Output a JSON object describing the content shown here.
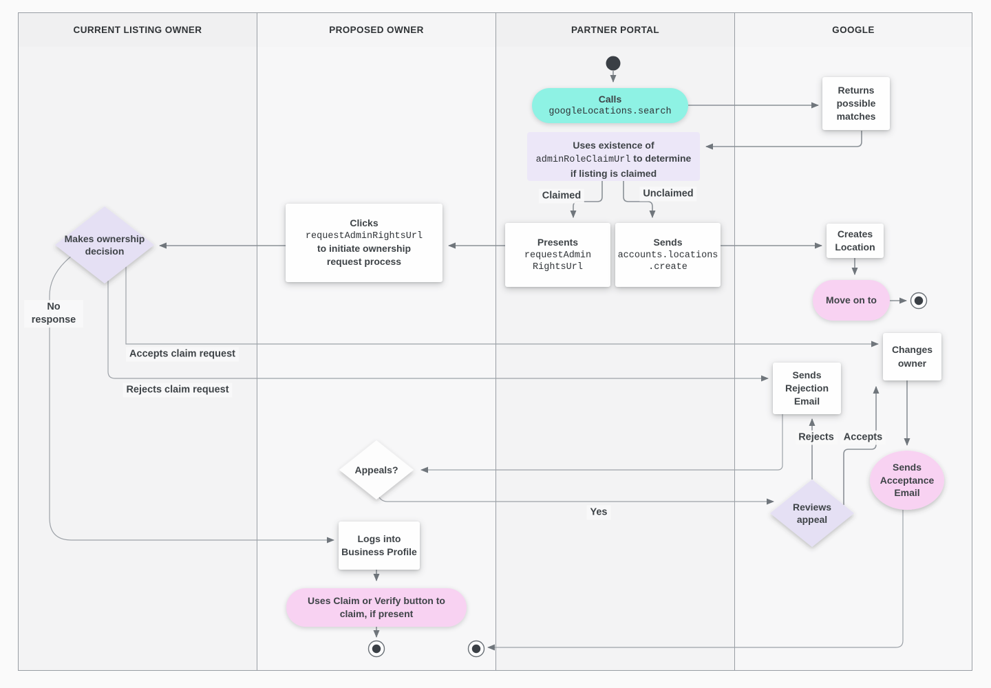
{
  "lanes": [
    {
      "label": "CURRENT LISTING OWNER"
    },
    {
      "label": "PROPOSED OWNER"
    },
    {
      "label": "PARTNER PORTAL"
    },
    {
      "label": "GOOGLE"
    }
  ],
  "nodes": {
    "calls": {
      "label": "Calls",
      "code": "googleLocations.search"
    },
    "returns_matches": {
      "label": "Returns possible matches"
    },
    "uses_existence": {
      "pre": "Uses existence of",
      "code": "adminRoleClaimUrl",
      "post": "to determine if listing is claimed"
    },
    "presents": {
      "label": "Presents",
      "code_line1": "requestAdmin",
      "code_line2": "RightsUrl"
    },
    "sends_create": {
      "label": "Sends",
      "code_line1": "accounts.locations",
      "code_line2": ".create"
    },
    "creates_location": {
      "label": "Creates Location"
    },
    "move_on": {
      "label": "Move on to"
    },
    "clicks": {
      "label": "Clicks",
      "code": "requestAdminRightsUrl",
      "post": "to initiate ownership request process"
    },
    "makes_decision": {
      "label": "Makes ownership decision"
    },
    "changes_owner": {
      "label": "Changes owner"
    },
    "sends_rejection": {
      "label": "Sends Rejection Email"
    },
    "appeals": {
      "label": "Appeals?"
    },
    "reviews_appeal": {
      "label": "Reviews appeal"
    },
    "sends_acceptance": {
      "label": "Sends Acceptance Email"
    },
    "logs_into": {
      "label": "Logs into Business Profile"
    },
    "uses_claim": {
      "label": "Uses Claim or Verify button to claim, if present"
    }
  },
  "edge_labels": {
    "claimed": "Claimed",
    "unclaimed": "Unclaimed",
    "no_response": "No response",
    "accepts_claim": "Accepts claim request",
    "rejects_claim": "Rejects claim request",
    "rejects": "Rejects",
    "accepts": "Accepts",
    "yes": "Yes"
  },
  "colors": {
    "teal_action": "#8ef2e4",
    "lavender_note": "#ece7f8",
    "lavender_decision": "#e5e0f4",
    "pink_action": "#f8d2f2",
    "node_white": "#fefefe",
    "edge_gray": "#8a9096",
    "arrow_gray": "#70767c",
    "text": "#3e4347"
  }
}
